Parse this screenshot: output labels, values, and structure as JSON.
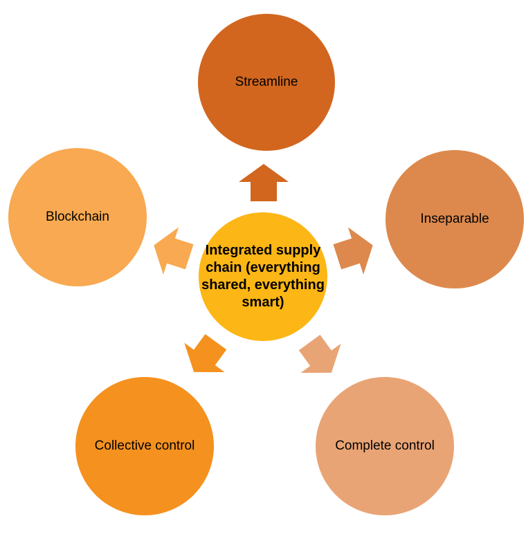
{
  "diagram": {
    "type": "radial-cycle",
    "background_color": "#FFFFFF",
    "label_color": "#000000",
    "center": {
      "label": "Integrated supply chain (everything shared, everything smart)",
      "color": "#FCB615"
    },
    "nodes": [
      {
        "label": "Streamline",
        "position": "top",
        "color": "#D2661E"
      },
      {
        "label": "Inseparable",
        "position": "right",
        "color": "#DD894D"
      },
      {
        "label": "Complete control",
        "position": "bottom-right",
        "color": "#E9A475"
      },
      {
        "label": "Collective control",
        "position": "bottom-left",
        "color": "#F5911F"
      },
      {
        "label": "Blockchain",
        "position": "left",
        "color": "#F8A951"
      }
    ]
  }
}
